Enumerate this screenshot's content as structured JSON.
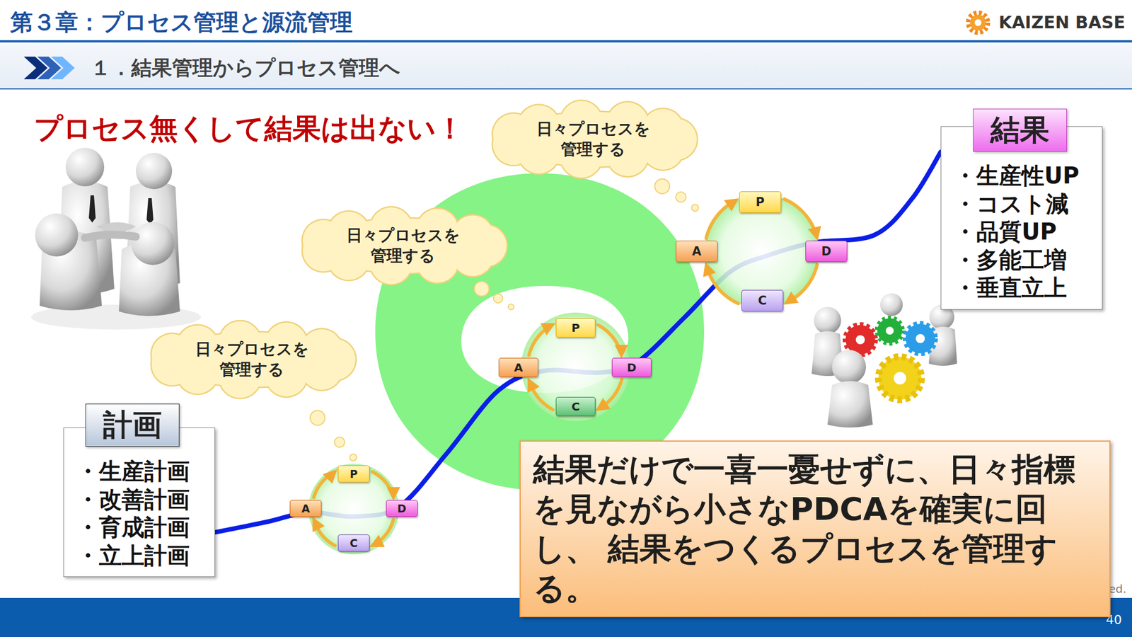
{
  "diagram": {
    "title": "第３章：プロセス管理と源流管理",
    "nodes": [
      {
        "text": [
          "計画",
          "・生産計画",
          "・改善計画",
          "・育成計画",
          "・立上計画"
        ]
      },
      {
        "text": [
          "日々プロセスを 管理する"
        ]
      },
      {
        "text": [
          "P"
        ]
      },
      {
        "text": [
          "D"
        ]
      },
      {
        "text": [
          "C"
        ]
      },
      {
        "text": [
          "A"
        ]
      },
      {
        "text": [
          "日々プロセスを 管理する"
        ]
      },
      {
        "text": [
          "P"
        ]
      },
      {
        "text": [
          "D"
        ]
      },
      {
        "text": [
          "C"
        ]
      },
      {
        "text": [
          "A"
        ]
      },
      {
        "text": [
          "日々プロセスを 管理する"
        ]
      },
      {
        "text": [
          "P"
        ]
      },
      {
        "text": [
          "D"
        ]
      },
      {
        "text": [
          "C"
        ]
      },
      {
        "text": [
          "A"
        ]
      },
      {
        "text": [
          "結果",
          "・生産性UP",
          "・コスト減",
          "・品質UP",
          "・多能工増",
          "・垂直立上"
        ]
      },
      {
        "text": [
          "結果だけで一喜一憂せずに、日々指標 を見ながら小さなPDCAを確実に回し、 結果をつくるプロセスを管理する。"
        ]
      }
    ],
    "edges": [
      {
        "from": 0,
        "to": 16,
        "arrow": "none"
      },
      {
        "from": 2,
        "to": 3,
        "arrow": "to"
      },
      {
        "from": 3,
        "to": 4,
        "arrow": "to"
      },
      {
        "from": 4,
        "to": 5,
        "arrow": "to"
      },
      {
        "from": 5,
        "to": 2,
        "arrow": "to"
      },
      {
        "from": 7,
        "to": 8,
        "arrow": "to"
      },
      {
        "from": 8,
        "to": 9,
        "arrow": "to"
      },
      {
        "from": 9,
        "to": 10,
        "arrow": "to"
      },
      {
        "from": 10,
        "to": 7,
        "arrow": "to"
      },
      {
        "from": 12,
        "to": 13,
        "arrow": "to"
      },
      {
        "from": 13,
        "to": 14,
        "arrow": "to"
      },
      {
        "from": 14,
        "to": 15,
        "arrow": "to"
      },
      {
        "from": 15,
        "to": 12,
        "arrow": "to"
      }
    ],
    "labels": [
      "１．結果管理からプロセス管理へ",
      "プロセス無くして結果は出ない！",
      "KAIZEN BASE",
      "Copyright ©  KAIZEN BASE, Inc.  All Rights Reserved.",
      "40"
    ]
  }
}
